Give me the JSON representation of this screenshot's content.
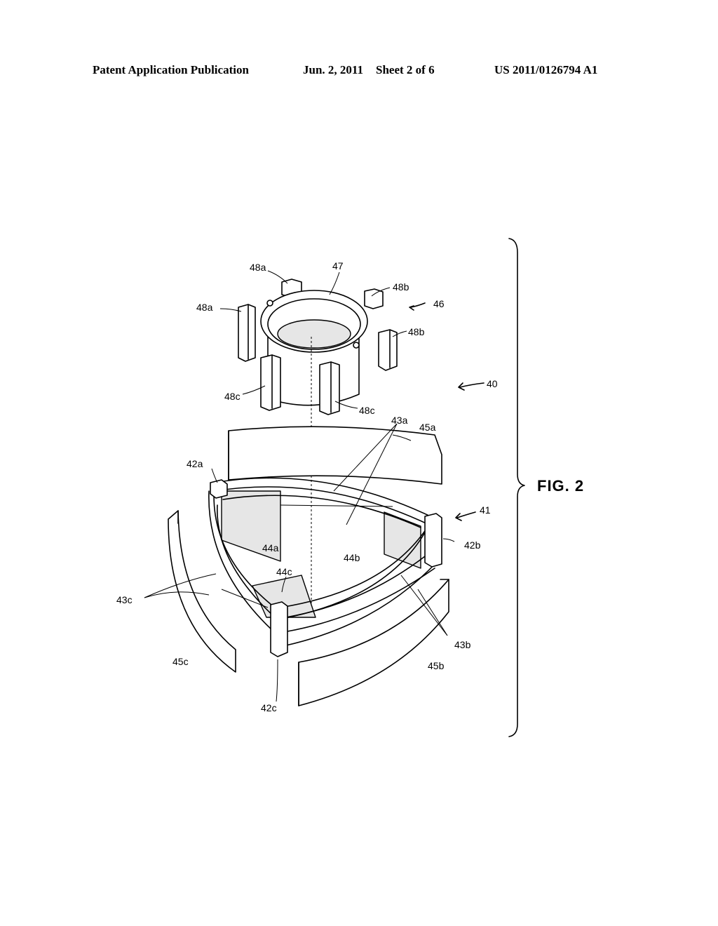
{
  "header": {
    "publication": "Patent Application Publication",
    "date": "Jun. 2, 2011",
    "sheet": "Sheet 2 of 6",
    "number": "US 2011/0126794 A1"
  },
  "figure": {
    "caption": "FIG. 2",
    "labels": {
      "l48a_top": "48a",
      "l47": "47",
      "l48b_top": "48b",
      "l46": "46",
      "l48a_left": "48a",
      "l48b_right": "48b",
      "l40": "40",
      "l48c_left": "48c",
      "l48c_right": "48c",
      "l43a": "43a",
      "l45a": "45a",
      "l42a": "42a",
      "l41": "41",
      "l42b": "42b",
      "l44a": "44a",
      "l44b": "44b",
      "l44c": "44c",
      "l43c": "43c",
      "l43b": "43b",
      "l45c": "45c",
      "l45b": "45b",
      "l42c": "42c"
    }
  }
}
